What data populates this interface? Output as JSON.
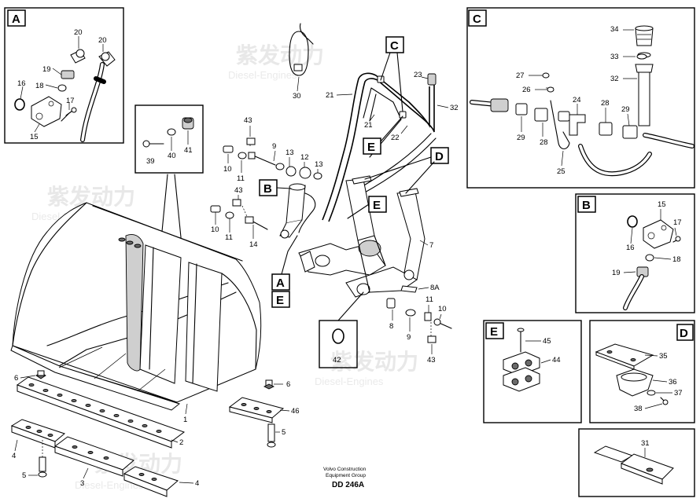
{
  "diagram": {
    "code": "DD 246A",
    "footer_line1": "Volvo Construction",
    "footer_line2": "Equipment Group",
    "watermark_cn": "紫发动力",
    "watermark_en": "Diesel-Engines"
  },
  "views": {
    "A": "A",
    "B": "B",
    "C": "C",
    "D": "D",
    "E": "E"
  },
  "callouts": {
    "n1": "1",
    "n2": "2",
    "n3": "3",
    "n4": "4",
    "n5": "5",
    "n6": "6",
    "n7": "7",
    "n8": "8",
    "n8a": "8A",
    "n9": "9",
    "n10": "10",
    "n11": "11",
    "n12": "12",
    "n13": "13",
    "n14": "14",
    "n15": "15",
    "n16": "16",
    "n17": "17",
    "n18": "18",
    "n19": "19",
    "n20": "20",
    "n21": "21",
    "n22": "22",
    "n23": "23",
    "n24": "24",
    "n25": "25",
    "n26": "26",
    "n27": "27",
    "n28": "28",
    "n29": "29",
    "n30": "30",
    "n31": "31",
    "n32": "32",
    "n33": "33",
    "n34": "34",
    "n35": "35",
    "n36": "36",
    "n37": "37",
    "n38": "38",
    "n39": "39",
    "n40": "40",
    "n41": "41",
    "n42": "42",
    "n43": "43",
    "n44": "44",
    "n45": "45",
    "n46": "46"
  }
}
